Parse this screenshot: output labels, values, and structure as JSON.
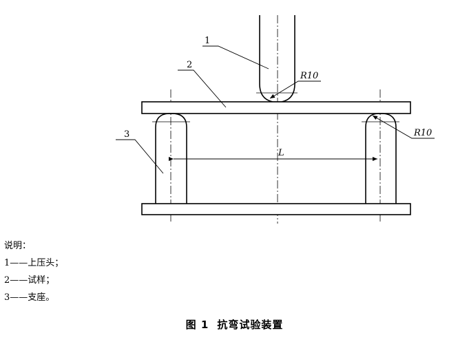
{
  "diagram": {
    "labels": {
      "punch_no": "1",
      "specimen_no": "2",
      "support_no": "3",
      "radius_top": "R10",
      "radius_right": "R10",
      "span": "L"
    }
  },
  "legend": {
    "heading": "说明：",
    "items": [
      {
        "number": "1",
        "dash": "——",
        "text": "上压头；"
      },
      {
        "number": "2",
        "dash": "——",
        "text": "试样；"
      },
      {
        "number": "3",
        "dash": "——",
        "text": "支座。"
      }
    ]
  },
  "caption": {
    "figure": "图 1",
    "title": "抗弯试验装置"
  }
}
